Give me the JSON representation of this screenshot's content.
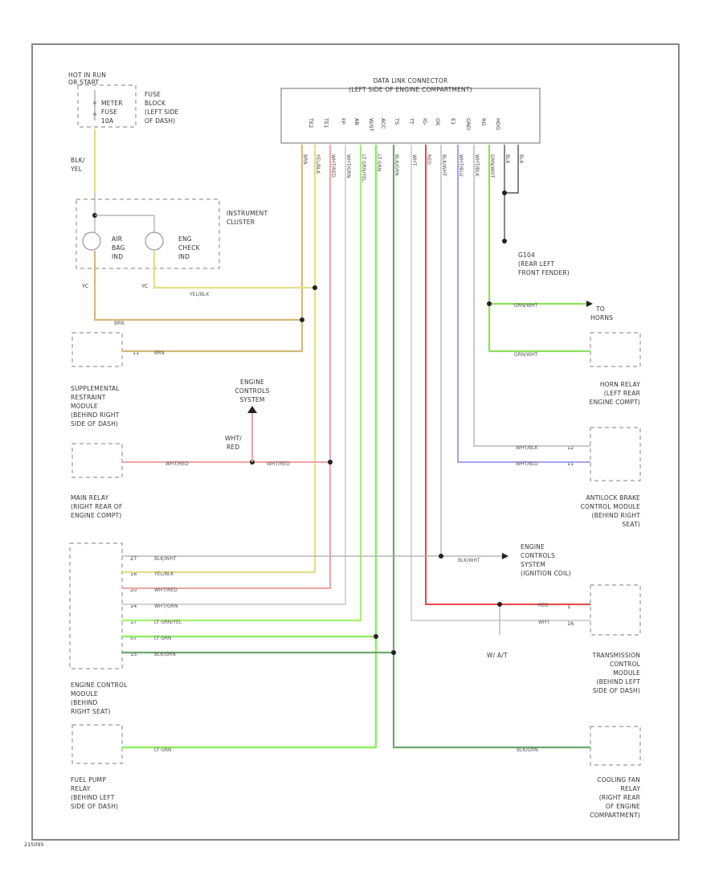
{
  "diagram": {
    "title_line1": "DATA LINK CONNECTOR",
    "title_line2": "(LEFT SIDE OF ENGINE COMPARTMENT)",
    "footer_code": "215095",
    "dlc_pins": [
      "TE2",
      "TE1",
      "FP",
      "AB",
      "W/ST",
      "ACC",
      "TS",
      "TT",
      "IG-",
      "OX",
      "E1",
      "GND",
      "RG",
      "HDG"
    ],
    "components": {
      "hot_in_run_1": "HOT IN RUN",
      "hot_in_run_2": "OR START",
      "meter_fuse_1": "METER",
      "meter_fuse_2": "FUSE",
      "meter_fuse_3": "10A",
      "fuse_block_1": "FUSE",
      "fuse_block_2": "BLOCK",
      "fuse_block_3": "(LEFT SIDE",
      "fuse_block_4": "OF DASH)",
      "blk_yel_1": "BLK/",
      "blk_yel_2": "YEL",
      "instrument_cluster_1": "INSTRUMENT",
      "instrument_cluster_2": "CLUSTER",
      "air_bag_1": "AIR",
      "air_bag_2": "BAG",
      "air_bag_3": "IND",
      "eng_check_1": "ENG",
      "eng_check_2": "CHECK",
      "eng_check_3": "IND",
      "srs_1": "SUPPLEMENTAL",
      "srs_2": "RESTRAINT",
      "srs_3": "MODULE",
      "srs_4": "(BEHIND RIGHT",
      "srs_5": "SIDE OF DASH)",
      "ecs_top_1": "ENGINE",
      "ecs_top_2": "CONTROLS",
      "ecs_top_3": "SYSTEM",
      "wht_red_1": "WHT/",
      "wht_red_2": "RED",
      "main_relay_1": "MAIN RELAY",
      "main_relay_2": "(RIGHT REAR OF",
      "main_relay_3": "ENGINE COMPT)",
      "ecm_1": "ENGINE CONTROL",
      "ecm_2": "MODULE",
      "ecm_3": "(BEHIND",
      "ecm_4": "RIGHT SEAT)",
      "fuel_pump_1": "FUEL PUMP",
      "fuel_pump_2": "RELAY",
      "fuel_pump_3": "(BEHIND LEFT",
      "fuel_pump_4": "SIDE OF DASH)",
      "g104_1": "G104",
      "g104_2": "(REAR LEFT",
      "g104_3": "FRONT FENDER)",
      "to_horns_1": "TO",
      "to_horns_2": "HORNS",
      "horn_relay_1": "HORN RELAY",
      "horn_relay_2": "(LEFT REAR",
      "horn_relay_3": "ENGINE COMPT)",
      "abs_1": "ANTILOCK BRAKE",
      "abs_2": "CONTROL MODULE",
      "abs_3": "(BEHIND RIGHT",
      "abs_4": "SEAT)",
      "ecs_ign_1": "ENGINE",
      "ecs_ign_2": "CONTROLS",
      "ecs_ign_3": "SYSTEM",
      "ecs_ign_4": "(IGNITION COIL)",
      "at_label": "W/ A/T",
      "tcm_1": "TRANSMISSION",
      "tcm_2": "CONTROL",
      "tcm_3": "MODULE",
      "tcm_4": "(BEHIND LEFT",
      "tcm_5": "SIDE OF DASH)",
      "fan_relay_1": "COOLING FAN",
      "fan_relay_2": "RELAY",
      "fan_relay_3": "(RIGHT REAR",
      "fan_relay_4": "OF ENGINE",
      "fan_relay_5": "COMPARTMENT)"
    },
    "wire_labels": {
      "yel_blk": "YEL/BLK",
      "brn_1": "BRN",
      "brn_2": "BRN",
      "wht_red_1": "WHT/RED",
      "wht_red_2": "WHT/RED",
      "grn_wht_1": "GRN/WHT",
      "grn_wht_2": "GRN/WHT",
      "wht_blk": "WHT/BLK",
      "wht_blu": "WHT/BLU",
      "blk_wht": "BLK/WHT",
      "yel_blk_2": "YEL/BLK",
      "wht_red_3": "WHT/RED",
      "wht_grn": "WHT/GRN",
      "lt_grn_yel": "LT GRN/YEL",
      "lt_grn": "LT GRN",
      "blk_grn": "BLK/GRN",
      "lt_grn_2": "LT GRN",
      "blk_grn_2": "BLK/GRN",
      "red": "RED",
      "wht": "WHT",
      "blk_under_g": "BLK"
    },
    "pins": {
      "yc": "YC",
      "yc2": "YC",
      "srs_pin": "11",
      "ecm_27": "27",
      "ecm_16": "16",
      "ecm_20": "20",
      "ecm_14": "14",
      "ecm_17": "17",
      "ecm_07": "07",
      "ecm_15": "15",
      "abs_12": "12",
      "abs_11": "11",
      "tcm_1": "1",
      "tcm_16": "16"
    },
    "colors": {
      "tan": "#d6b87a",
      "yellow": "#e2df8a",
      "pink": "#f2a3a3",
      "red": "#ee4444",
      "ltgreen": "#8ef05e",
      "green": "#5fd060",
      "darkgreen": "#6ea86e",
      "blue": "#8888ee",
      "gray": "#aaaaaa",
      "black": "#333333"
    }
  }
}
